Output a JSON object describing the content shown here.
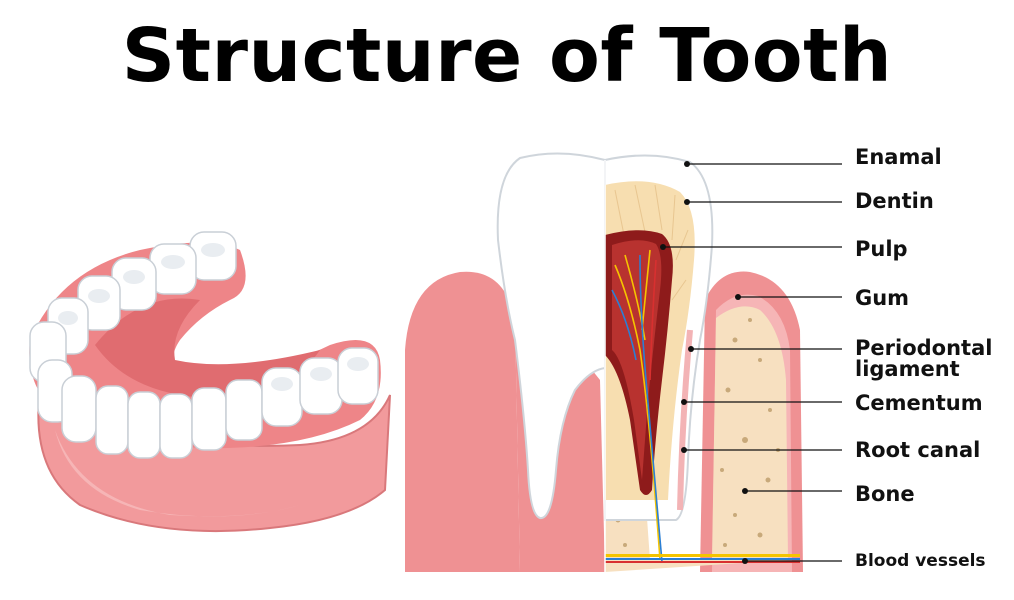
{
  "title": "Structure of Tooth",
  "labels": {
    "enamal": "Enamal",
    "dentin": "Dentin",
    "pulp": "Pulp",
    "gum": "Gum",
    "periodontal_1": "Periodontal",
    "periodontal_2": "ligament",
    "cementum": "Cementum",
    "root_canal": "Root canal",
    "bone": "Bone",
    "blood_vessels": "Blood vessels"
  },
  "colors": {
    "gum": "#ef8f92",
    "gum_light": "#f6b7b8",
    "enamel": "#ffffff",
    "dentin": "#f7deb0",
    "pulp": "#8e1b1b",
    "bone": "#f7e0c0",
    "nerve_yellow": "#f5c400",
    "vessel_blue": "#2b7fd4"
  }
}
